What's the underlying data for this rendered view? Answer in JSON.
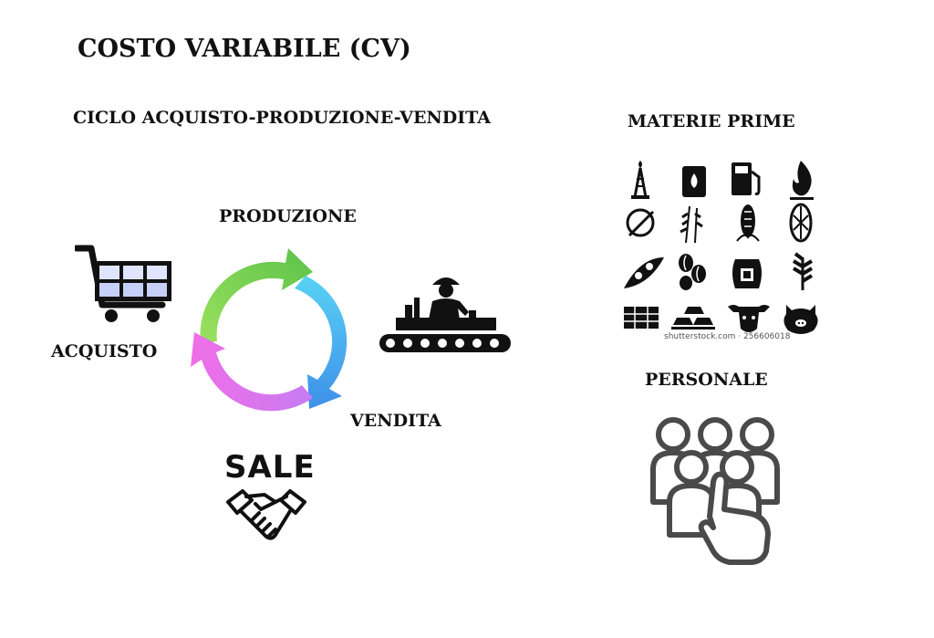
{
  "slide": {
    "title": "COSTO VARIABILE (CV)",
    "subtitle": "CICLO ACQUISTO-PRODUZIONE-VENDITA"
  },
  "cycle": {
    "produzione": "PRODUZIONE",
    "acquisto": "ACQUISTO",
    "vendita": "VENDITA",
    "sale_sign": "SALE",
    "arrow_colors": [
      "#7ed957",
      "#4fc3f7",
      "#f06ee8"
    ]
  },
  "materie_prime": {
    "label": "MATERIE PRIME",
    "icons": [
      "oil-rig-icon",
      "oil-barrel-icon",
      "fuel-pump-icon",
      "gas-flame-icon",
      "cotton-icon",
      "wheat-stalks-icon",
      "corn-icon",
      "cocoa-pod-icon",
      "soybean-pod-icon",
      "coffee-beans-icon",
      "sugar-sack-icon",
      "grain-icon",
      "lumber-icon",
      "gold-bars-icon",
      "cattle-icon",
      "pig-icon"
    ],
    "watermark": "shutterstock.com · 256606018"
  },
  "personale": {
    "label": "PERSONALE"
  }
}
